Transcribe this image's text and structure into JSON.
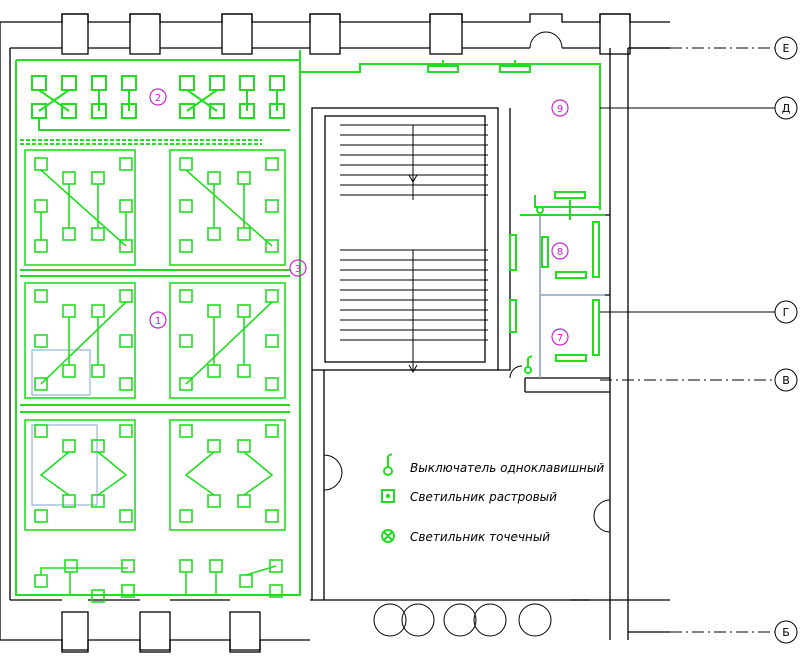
{
  "colors": {
    "wiring": "#22dd22",
    "walls": "#000000",
    "room_tag": "#cc22cc",
    "partition": "#9ab4d4"
  },
  "room_tags": [
    "1",
    "2",
    "3",
    "7",
    "8",
    "9"
  ],
  "axis_labels": [
    "Е",
    "Д",
    "Г",
    "В",
    "Б"
  ],
  "legend": [
    {
      "icon": "single-key-switch-icon",
      "text": "Выключатель одноклавишный"
    },
    {
      "icon": "grid-luminaire-icon",
      "text": "Светильник растровый"
    },
    {
      "icon": "spot-luminaire-icon",
      "text": "Светильник точечный"
    }
  ]
}
